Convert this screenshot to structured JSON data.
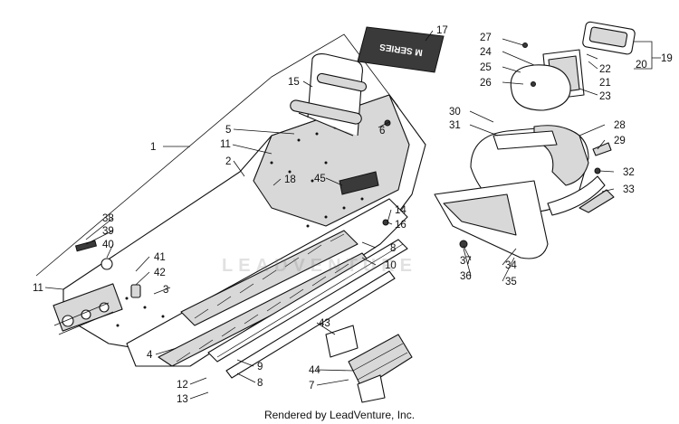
{
  "diagram": {
    "watermark": "LEADVENTURE",
    "decal_text": "M SERIES",
    "credit": "Rendered by LeadVenture, Inc.",
    "callouts": {
      "c1": "1",
      "c2": "2",
      "c3": "3",
      "c4": "4",
      "c5": "5",
      "c6": "6",
      "c7": "7",
      "c8a": "8",
      "c8b": "8",
      "c9": "9",
      "c10": "10",
      "c11a": "11",
      "c11b": "11",
      "c12": "12",
      "c13": "13",
      "c14": "14",
      "c15": "15",
      "c16": "16",
      "c17": "17",
      "c18": "18",
      "c19": "19",
      "c20": "20",
      "c21": "21",
      "c22": "22",
      "c23": "23",
      "c24": "24",
      "c25": "25",
      "c26": "26",
      "c27": "27",
      "c28": "28",
      "c29": "29",
      "c30": "30",
      "c31": "31",
      "c32": "32",
      "c33": "33",
      "c34": "34",
      "c35": "35",
      "c36": "36",
      "c37": "37",
      "c38": "38",
      "c39": "39",
      "c40": "40",
      "c41": "41",
      "c42": "42",
      "c43": "43",
      "c44": "44",
      "c45": "45"
    }
  }
}
